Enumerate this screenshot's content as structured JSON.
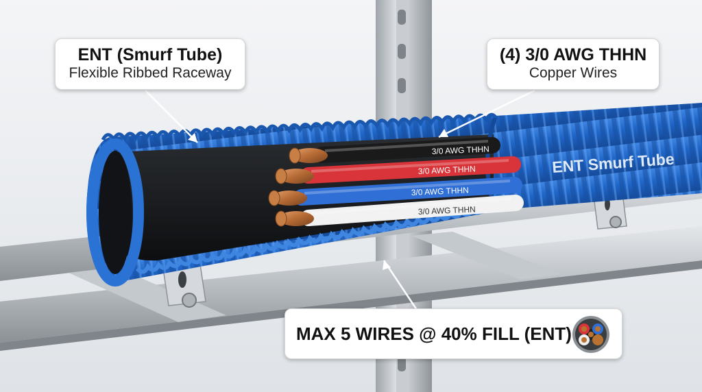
{
  "callouts": {
    "ent": {
      "title": "ENT (Smurf Tube)",
      "subtitle": "Flexible Ribbed Raceway"
    },
    "wires": {
      "title": "(4) 3/0 AWG THHN",
      "subtitle": "Copper Wires"
    },
    "fill": {
      "title": "MAX 5 WIRES @ 40% FILL (ENT)"
    }
  },
  "tube": {
    "label": "ENT Smurf Tube",
    "color": "#1f66c8"
  },
  "wires": [
    {
      "label": "3/0 AWG THHN",
      "color": "#1a1a1a"
    },
    {
      "label": "3/0 AWG THHN",
      "color": "#d9343a"
    },
    {
      "label": "3/0 AWG THHN",
      "color": "#2f6fd6"
    },
    {
      "label": "3/0 AWG THHN",
      "color": "#f2f2f2"
    }
  ],
  "fill_icon": {
    "wire_colors": [
      "#222222",
      "#d9343a",
      "#2f6fd6",
      "#efefef",
      "#b87333"
    ]
  }
}
